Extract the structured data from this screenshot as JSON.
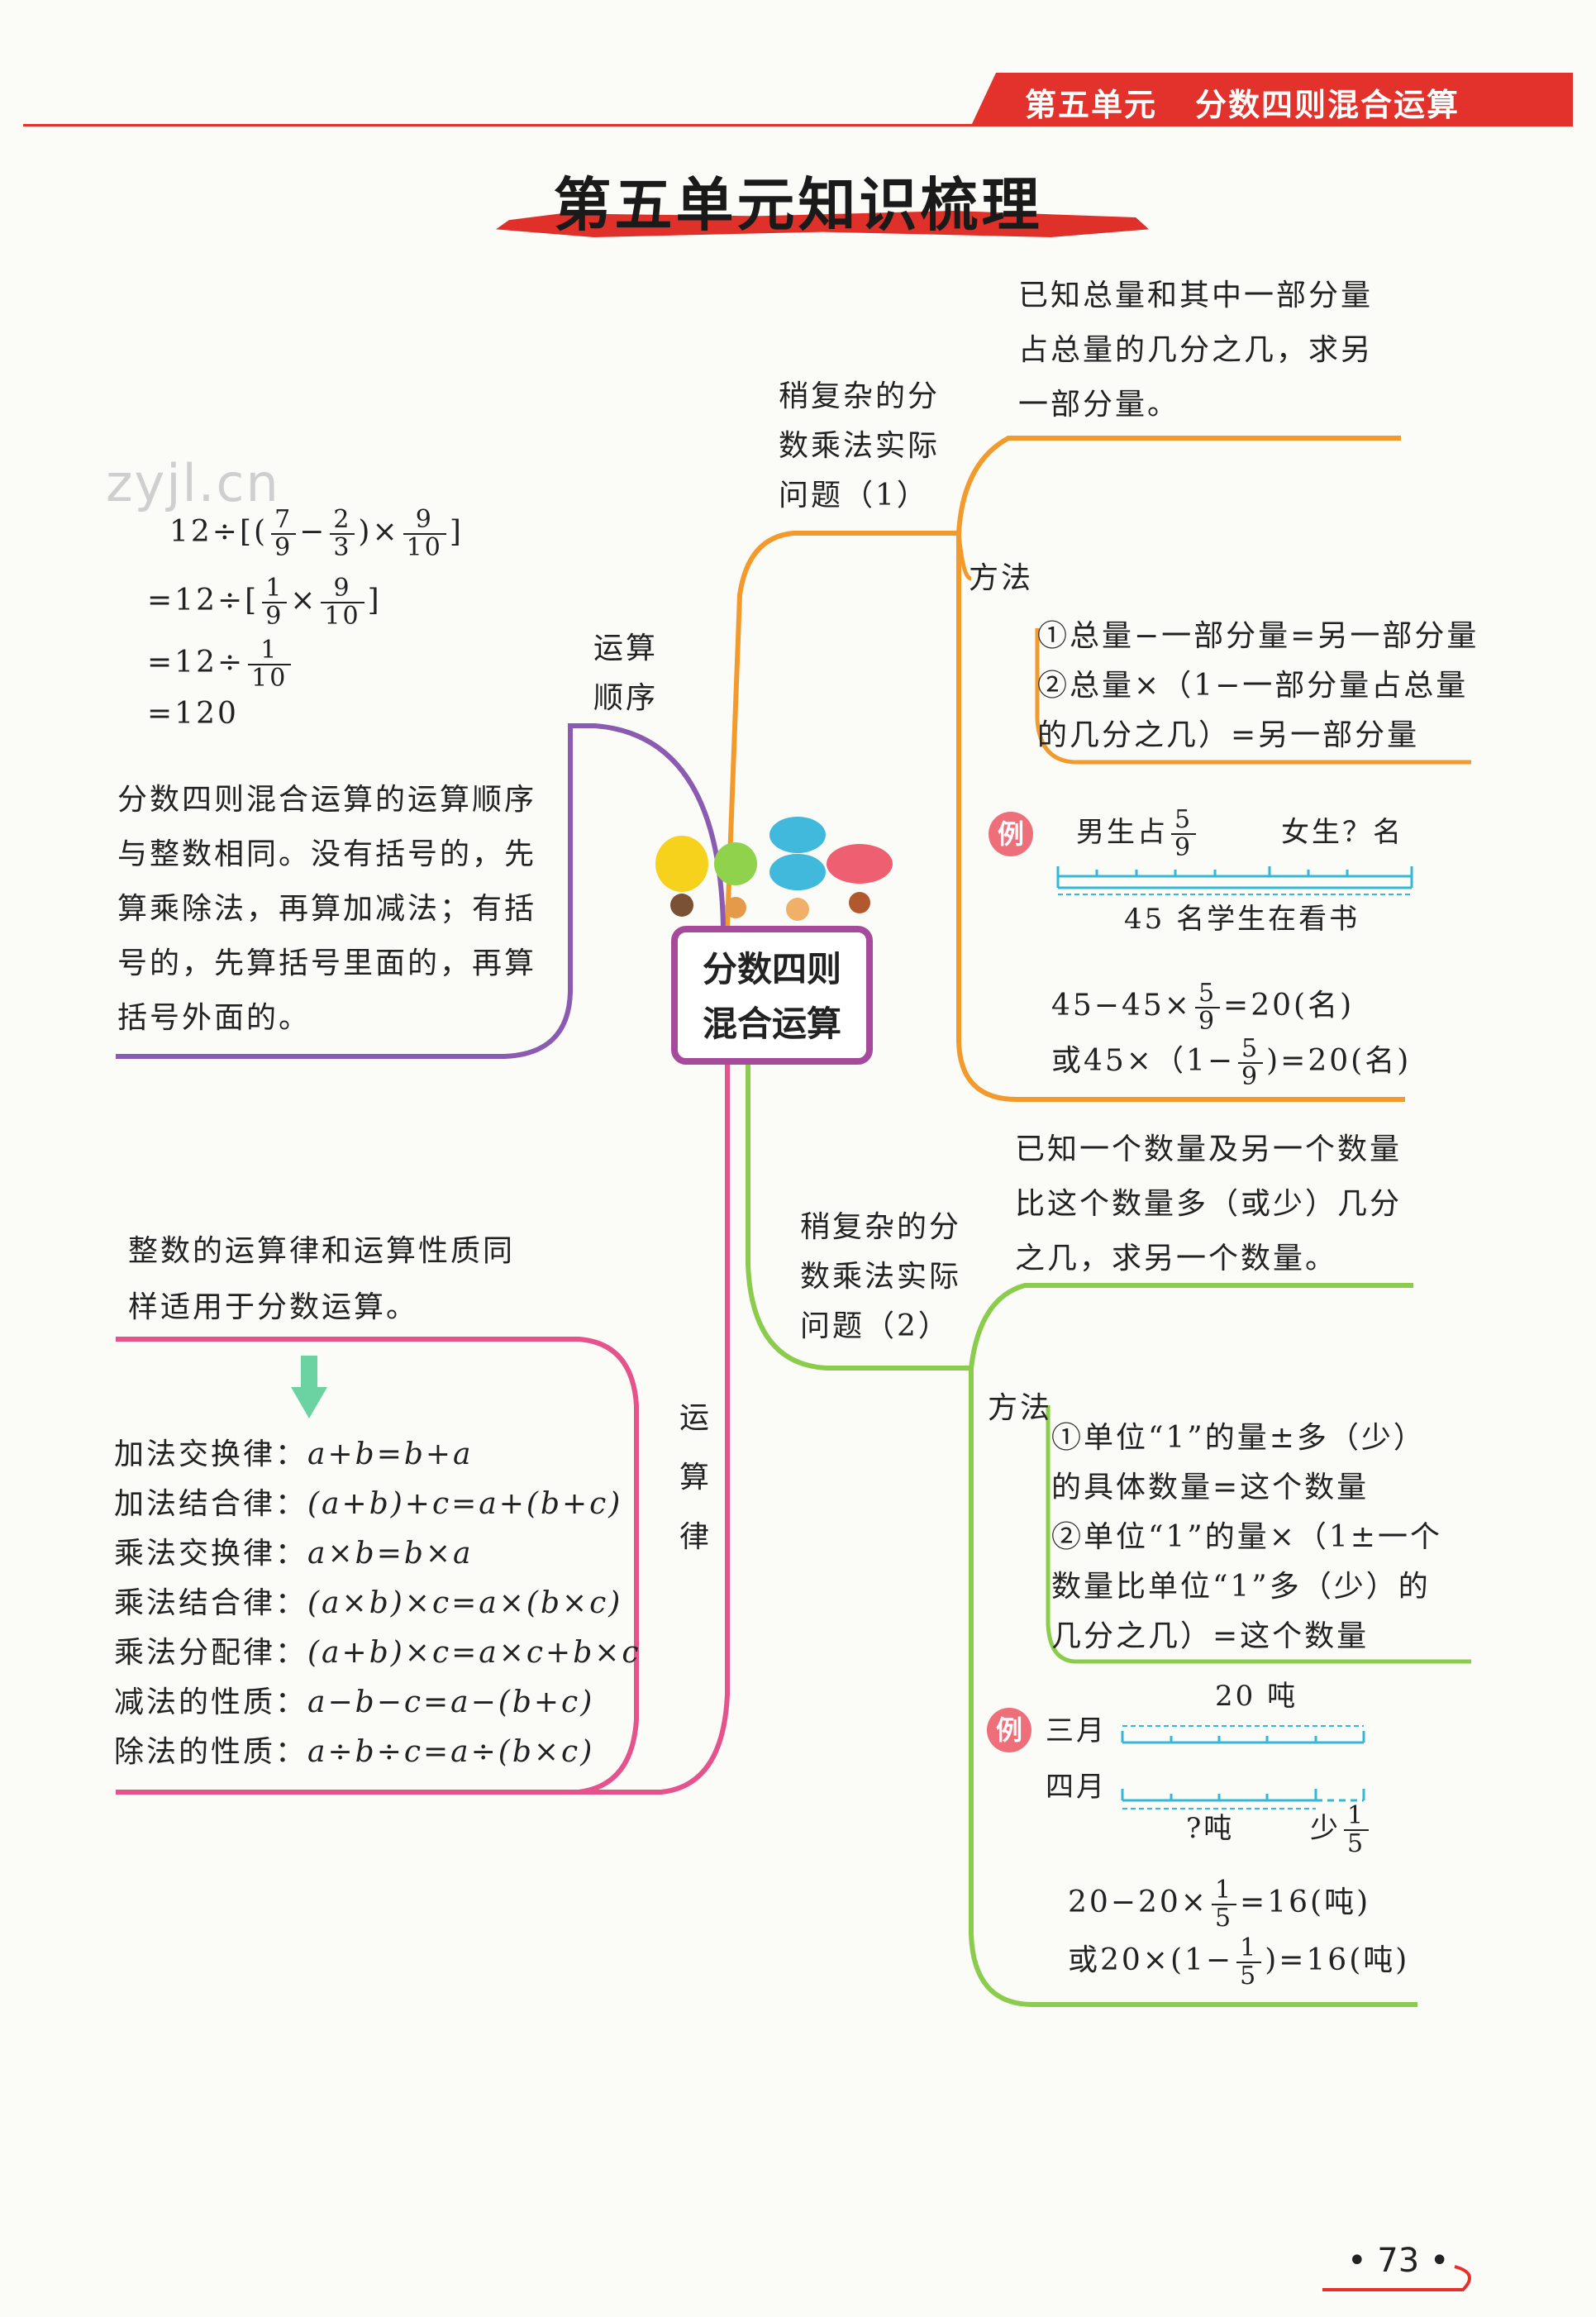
{
  "header": {
    "unit": "第五单元",
    "topic": "分数四则混合运算"
  },
  "title": "第五单元知识梳理",
  "watermark": "zyjl.cn",
  "center": {
    "line1": "分数四则",
    "line2": "混合运算"
  },
  "order": {
    "label1": "运算",
    "label2": "顺序",
    "example": {
      "l1_pre": "12÷[(",
      "f1n": "7",
      "f1d": "9",
      "minus": "−",
      "f2n": "2",
      "f2d": "3",
      "l1_mid": ")×",
      "f3n": "9",
      "f3d": "10",
      "l1_post": "]",
      "l2_pre": "=12÷[",
      "f4n": "1",
      "f4d": "9",
      "l2_mid": "×",
      "f5n": "9",
      "f5d": "10",
      "l2_post": "]",
      "l3_pre": "=12÷",
      "f6n": "1",
      "f6d": "10",
      "l4": "=120"
    },
    "rule": [
      "分数四则混合运算的运算顺序",
      "与整数相同。没有括号的，先",
      "算乘除法，再算加减法；有括",
      "号的，先算括号里面的，再算",
      "括号外面的。"
    ]
  },
  "laws": {
    "label": [
      "运",
      "算",
      "律"
    ],
    "intro": [
      "整数的运算律和运算性质同",
      "样适用于分数运算。"
    ],
    "items": [
      {
        "name": "加法交换律：",
        "formula": "a+b=b+a"
      },
      {
        "name": "加法结合律：",
        "formula": "(a+b)+c=a+(b+c)"
      },
      {
        "name": "乘法交换律：",
        "formula": "a×b=b×a"
      },
      {
        "name": "乘法结合律：",
        "formula": "(a×b)×c=a×(b×c)"
      },
      {
        "name": "乘法分配律：",
        "formula": "(a+b)×c=a×c+b×c"
      },
      {
        "name": "减法的性质：",
        "formula": "a−b−c=a−(b+c)"
      },
      {
        "name": "除法的性质：",
        "formula": "a÷b÷c=a÷(b×c)"
      }
    ]
  },
  "p1": {
    "label": [
      "稍复杂的分",
      "数乘法实际",
      "问题（1）"
    ],
    "desc": [
      "已知总量和其中一部分量",
      "占总量的几分之几，求另",
      "一部分量。"
    ],
    "method_label": "方法",
    "methods": [
      "①总量−一部分量=另一部分量",
      "②总量×（1−一部分量占总量",
      "的几分之几）=另一部分量"
    ],
    "example_badge": "例",
    "boys_pre": "男生占",
    "boys_n": "5",
    "boys_d": "9",
    "girls": "女生？名",
    "caption": "45 名学生在看书",
    "sol1_pre": "45−45×",
    "sol1_n": "5",
    "sol1_d": "9",
    "sol1_post": "=20(名)",
    "sol2_pre": "或45×（1−",
    "sol2_n": "5",
    "sol2_d": "9",
    "sol2_post": ")=20(名)"
  },
  "p2": {
    "label": [
      "稍复杂的分",
      "数乘法实际",
      "问题（2）"
    ],
    "desc": [
      "已知一个数量及另一个数量",
      "比这个数量多（或少）几分",
      "之几，求另一个数量。"
    ],
    "method_label": "方法",
    "methods": [
      "①单位“1”的量±多（少）",
      "的具体数量=这个数量",
      "②单位“1”的量×（1±一个",
      "数量比单位“1”多（少）的",
      "几分之几）=这个数量"
    ],
    "example_badge": "例",
    "total": "20 吨",
    "march": "三月",
    "april": "四月",
    "unknown": "?吨",
    "less_pre": "少",
    "less_n": "1",
    "less_d": "5",
    "sol1_pre": "20−20×",
    "sol1_n": "1",
    "sol1_d": "5",
    "sol1_post": "=16(吨)",
    "sol2_pre": "或20×(1−",
    "sol2_n": "1",
    "sol2_d": "5",
    "sol2_post": ")=16(吨)"
  },
  "page_number": "• 73 •",
  "colors": {
    "red": "#e3322b",
    "purple": "#8a5bb0",
    "orange": "#f39a2d",
    "green": "#8ccc4c",
    "pink": "#e5528c",
    "box": "#a64a9b"
  }
}
